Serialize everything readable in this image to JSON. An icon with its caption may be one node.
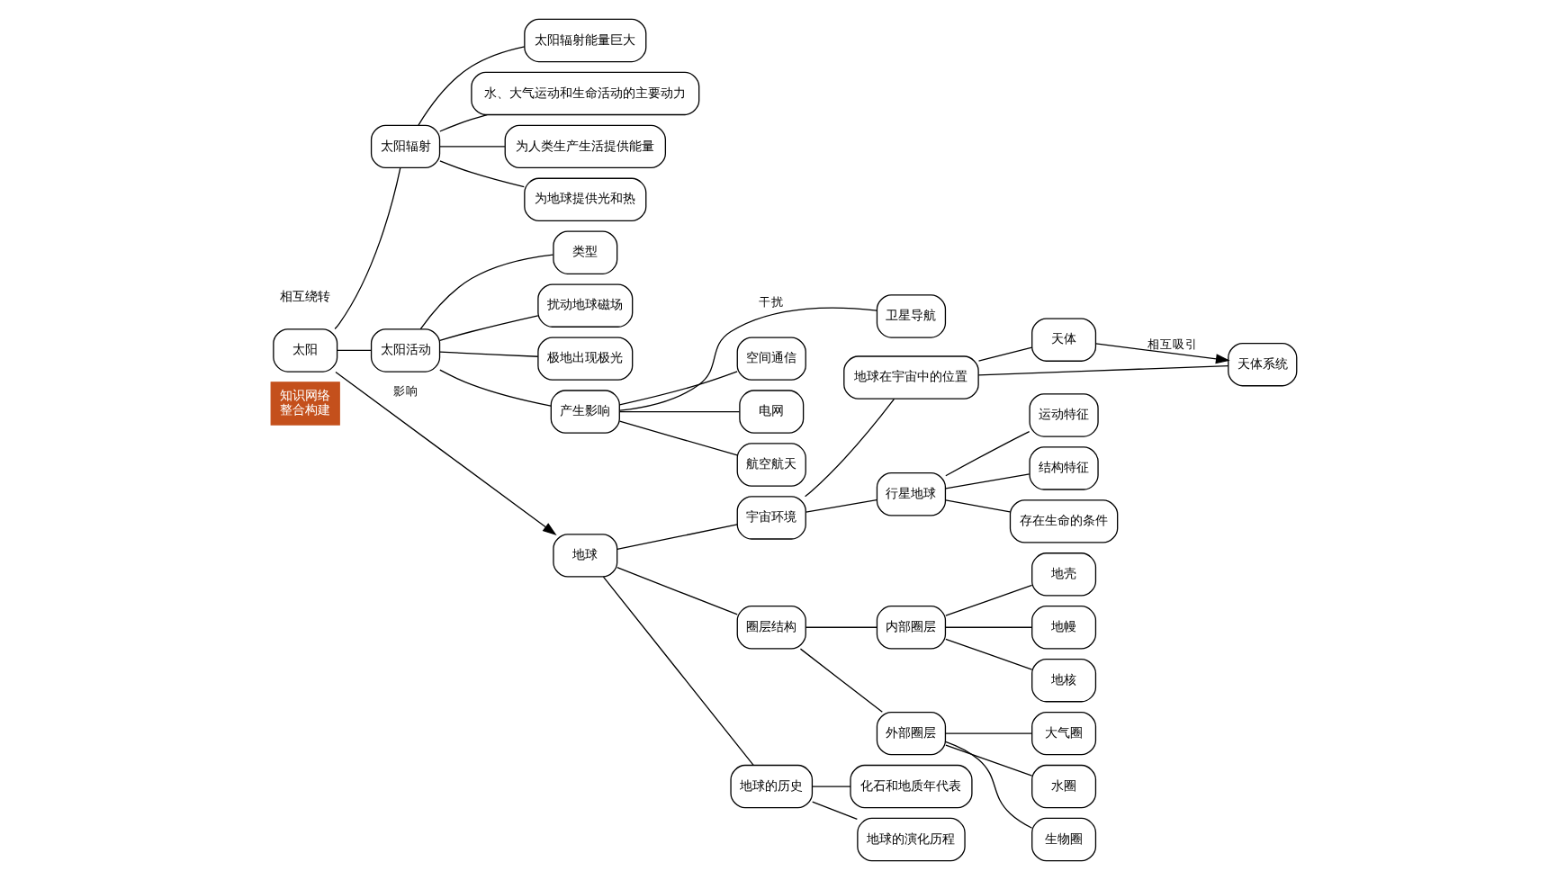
{
  "diagram": {
    "nodes": [
      {
        "text": [
          "知识网络",
          "整合构建"
        ]
      },
      {
        "text": [
          "太阳"
        ]
      },
      {
        "text": [
          "太阳辐射"
        ]
      },
      {
        "text": [
          "太阳辐射能量巨大"
        ]
      },
      {
        "text": [
          "水、大气运动和生命活动的主要动力"
        ]
      },
      {
        "text": [
          "为人类生产生活提供能量"
        ]
      },
      {
        "text": [
          "为地球提供光和热"
        ]
      },
      {
        "text": [
          "太阳活动"
        ]
      },
      {
        "text": [
          "类型"
        ]
      },
      {
        "text": [
          "扰动地球磁场"
        ]
      },
      {
        "text": [
          "极地出现极光"
        ]
      },
      {
        "text": [
          "产生影响"
        ]
      },
      {
        "text": [
          "卫星导航"
        ]
      },
      {
        "text": [
          "空间通信"
        ]
      },
      {
        "text": [
          "电网"
        ]
      },
      {
        "text": [
          "航空航天"
        ]
      },
      {
        "text": [
          "地球"
        ]
      },
      {
        "text": [
          "宇宙环境"
        ]
      },
      {
        "text": [
          "地球在宇宙中的位置"
        ]
      },
      {
        "text": [
          "天体"
        ]
      },
      {
        "text": [
          "天体系统"
        ]
      },
      {
        "text": [
          "行星地球"
        ]
      },
      {
        "text": [
          "运动特征"
        ]
      },
      {
        "text": [
          "结构特征"
        ]
      },
      {
        "text": [
          "存在生命的条件"
        ]
      },
      {
        "text": [
          "圈层结构"
        ]
      },
      {
        "text": [
          "内部圈层"
        ]
      },
      {
        "text": [
          "地壳"
        ]
      },
      {
        "text": [
          "地幔"
        ]
      },
      {
        "text": [
          "地核"
        ]
      },
      {
        "text": [
          "外部圈层"
        ]
      },
      {
        "text": [
          "大气圈"
        ]
      },
      {
        "text": [
          "水圈"
        ]
      },
      {
        "text": [
          "生物圈"
        ]
      },
      {
        "text": [
          "地球的历史"
        ]
      },
      {
        "text": [
          "化石和地质年代表"
        ]
      },
      {
        "text": [
          "地球的演化历程"
        ]
      }
    ],
    "edges": [
      {
        "from": 1,
        "to": 2,
        "arrow": "none"
      },
      {
        "from": 2,
        "to": 3,
        "arrow": "none"
      },
      {
        "from": 2,
        "to": 4,
        "arrow": "none"
      },
      {
        "from": 2,
        "to": 5,
        "arrow": "none"
      },
      {
        "from": 2,
        "to": 6,
        "arrow": "none"
      },
      {
        "from": 1,
        "to": 7,
        "arrow": "none"
      },
      {
        "from": 7,
        "to": 8,
        "arrow": "none"
      },
      {
        "from": 7,
        "to": 9,
        "arrow": "none"
      },
      {
        "from": 7,
        "to": 10,
        "arrow": "none"
      },
      {
        "from": 7,
        "to": 11,
        "arrow": "none"
      },
      {
        "from": 11,
        "to": 12,
        "arrow": "none",
        "label": "干扰"
      },
      {
        "from": 11,
        "to": 13,
        "arrow": "none"
      },
      {
        "from": 11,
        "to": 14,
        "arrow": "none"
      },
      {
        "from": 11,
        "to": 15,
        "arrow": "none"
      },
      {
        "from": 1,
        "to": 16,
        "arrow": "to",
        "label": "影响"
      },
      {
        "from": 16,
        "to": 17,
        "arrow": "none"
      },
      {
        "from": 17,
        "to": 18,
        "arrow": "none"
      },
      {
        "from": 18,
        "to": 19,
        "arrow": "none"
      },
      {
        "from": 18,
        "to": 20,
        "arrow": "none"
      },
      {
        "from": 19,
        "to": 20,
        "arrow": "to",
        "label": "相互吸引"
      },
      {
        "from": 17,
        "to": 21,
        "arrow": "none"
      },
      {
        "from": 21,
        "to": 22,
        "arrow": "none"
      },
      {
        "from": 21,
        "to": 23,
        "arrow": "none"
      },
      {
        "from": 21,
        "to": 24,
        "arrow": "none"
      },
      {
        "from": 16,
        "to": 25,
        "arrow": "none"
      },
      {
        "from": 25,
        "to": 26,
        "arrow": "none"
      },
      {
        "from": 26,
        "to": 27,
        "arrow": "none"
      },
      {
        "from": 26,
        "to": 28,
        "arrow": "none"
      },
      {
        "from": 26,
        "to": 29,
        "arrow": "none"
      },
      {
        "from": 25,
        "to": 30,
        "arrow": "none"
      },
      {
        "from": 30,
        "to": 31,
        "arrow": "none"
      },
      {
        "from": 30,
        "to": 32,
        "arrow": "none"
      },
      {
        "from": 30,
        "to": 33,
        "arrow": "none"
      },
      {
        "from": 16,
        "to": 34,
        "arrow": "none"
      },
      {
        "from": 34,
        "to": 35,
        "arrow": "none"
      },
      {
        "from": 34,
        "to": 36,
        "arrow": "none"
      }
    ],
    "labels": [
      "相互绕转"
    ]
  }
}
